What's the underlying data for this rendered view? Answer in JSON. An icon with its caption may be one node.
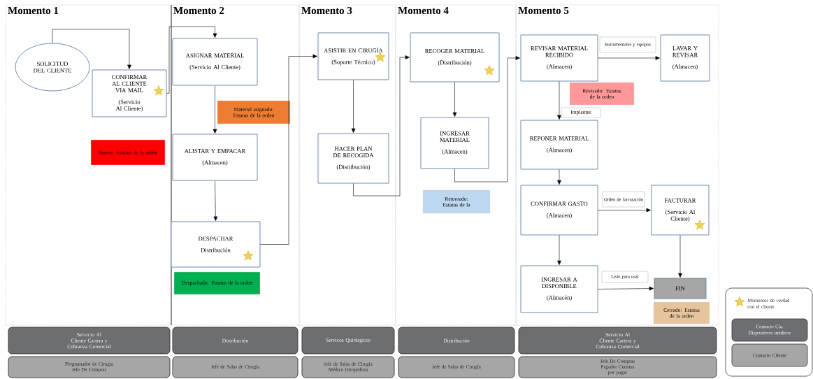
{
  "diagram": {
    "nodes": [
      {
        "text": [
          "Momento 1"
        ]
      },
      {
        "text": [
          "Momento 2"
        ]
      },
      {
        "text": [
          "Momento 3"
        ]
      },
      {
        "text": [
          "Momento 4"
        ]
      },
      {
        "text": [
          "Momento 5"
        ]
      },
      {
        "text": [
          "SOLICITUD DEL CLIENTE"
        ],
        "in": 0
      },
      {
        "text": [
          "CONFIRMAR AL CLIENTE VIA MAIL",
          "(Servicio Al Cliente)"
        ],
        "in": 0
      },
      {
        "text": [
          "Nuevo: Estatus de la orden"
        ],
        "in": 0
      },
      {
        "text": [
          "ASIGNAR MATERIAL",
          "(Servicio Al Cliente)"
        ],
        "in": 1
      },
      {
        "text": [
          "Material asignado: Estatus de la orden"
        ],
        "in": 1
      },
      {
        "text": [
          "ALISTAR Y EMPACAR",
          "(Almacen)"
        ],
        "in": 1
      },
      {
        "text": [
          "DESPACHAR",
          "Distribución"
        ],
        "in": 1
      },
      {
        "text": [
          "Despachado: Estatus de la orden"
        ],
        "in": 1
      },
      {
        "text": [
          "ASISTIR EN CIRUGÍA",
          "(Soporte Técnico)"
        ],
        "in": 2
      },
      {
        "text": [
          "HACER PLAN DE RECOGIDA",
          "(Distribución)"
        ],
        "in": 2
      },
      {
        "text": [
          "RECOGER MATERIAL",
          "(Distribución)"
        ],
        "in": 3
      },
      {
        "text": [
          "INGRESAR MATERIAL",
          "(Almacen)"
        ],
        "in": 3
      },
      {
        "text": [
          "Retornado: Estatus de la"
        ],
        "in": 3
      },
      {
        "text": [
          "REVISAR MATERIAL RECIBIDO",
          "(Almacen)"
        ],
        "in": 4
      },
      {
        "text": [
          "LAVAR Y REVISAR",
          "(Almacen)"
        ],
        "in": 4
      },
      {
        "text": [
          "Revisado: Estatus de la orden"
        ],
        "in": 4
      },
      {
        "text": [
          "REPONER MATERIAL",
          "(Almacen)"
        ],
        "in": 4
      },
      {
        "text": [
          "CONFIRMAR GASTO",
          "(Almacen)"
        ],
        "in": 4
      },
      {
        "text": [
          "FACTURAR",
          "(Servicio Al Cliente)"
        ],
        "in": 4
      },
      {
        "text": [
          "INGRESAR A DISPONIBLE",
          "(Almacén)"
        ],
        "in": 4
      },
      {
        "text": [
          "FIN"
        ],
        "in": 4
      },
      {
        "text": [
          "Cerrado: Estatus de la orden"
        ],
        "in": 4
      },
      {
        "text": [
          "Servicio Al Cliente Cartera y Cobranza Comercial"
        ]
      },
      {
        "text": [
          "Programador de Cirugía Jefe De Compras"
        ]
      },
      {
        "text": [
          "Distribución"
        ]
      },
      {
        "text": [
          "Jefe de Salas de Cirugía"
        ]
      },
      {
        "text": [
          "Servicos Quirúrgicos"
        ]
      },
      {
        "text": [
          "Jefe de Salas de Cirugía Médico Ortopedista"
        ]
      },
      {
        "text": [
          "Distribución"
        ]
      },
      {
        "text": [
          "Jefe de Salas de Cirugía"
        ]
      },
      {
        "text": [
          "Servicio Al Cliente Cartera y Cobranza Comercial"
        ]
      },
      {
        "text": [
          "Jefe De Compras Pagador Cuentas por pagar"
        ]
      }
    ],
    "edges": [
      {
        "from": 5,
        "to": 6,
        "arrow": "to"
      },
      {
        "from": 6,
        "to": 8,
        "arrow": "to"
      },
      {
        "from": 8,
        "to": 10,
        "arrow": "to"
      },
      {
        "from": 10,
        "to": 11,
        "arrow": "to"
      },
      {
        "from": 11,
        "to": 13,
        "arrow": "to"
      },
      {
        "from": 13,
        "to": 14,
        "arrow": "to"
      },
      {
        "from": 14,
        "to": 15,
        "arrow": "to"
      },
      {
        "from": 15,
        "to": 16,
        "arrow": "to"
      },
      {
        "from": 16,
        "to": 18,
        "arrow": "to"
      },
      {
        "from": 18,
        "to": 19,
        "arrow": "to",
        "label": "Instrumentales y equipos"
      },
      {
        "from": 18,
        "to": 21,
        "arrow": "to",
        "label": "Implantes"
      },
      {
        "from": 21,
        "to": 22,
        "arrow": "to"
      },
      {
        "from": 22,
        "to": 23,
        "arrow": "to",
        "label": "Orden de facturación"
      },
      {
        "from": 22,
        "to": 24,
        "arrow": "to"
      },
      {
        "from": 23,
        "to": 25,
        "arrow": "to"
      },
      {
        "from": 24,
        "to": 25,
        "arrow": "to",
        "label": "Listo para usar"
      }
    ],
    "legend": [
      {
        "text": "Momentos de verdad con el cliente"
      },
      {
        "text": "Contacto Cía. Dispositivos médicos",
        "color": "#6d6e71"
      },
      {
        "text": "Contacto Cliente",
        "color": "#a6a6a6"
      }
    ]
  }
}
